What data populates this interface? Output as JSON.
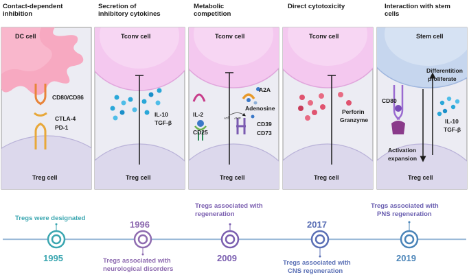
{
  "mechanisms": [
    {
      "title_line1": "Contact-dependent",
      "title_line2": "inhibition",
      "top_cell": "DC cell",
      "bottom_cell": "Treg cell",
      "labels": [
        "CD80/CD86",
        "CTLA-4",
        "PD-1"
      ]
    },
    {
      "title_line1": "Secretion of",
      "title_line2": "inhibitory cytokines",
      "top_cell": "Tconv cell",
      "bottom_cell": "Treg cell",
      "labels": [
        "IL-10",
        "TGF-β"
      ]
    },
    {
      "title_line1": "Metabolic",
      "title_line2": "competition",
      "top_cell": "Tconv cell",
      "bottom_cell": "Treg cell",
      "labels": [
        "IL-2",
        "CD25",
        "A2A",
        "Adenosine",
        "ATP",
        "AMP",
        "CD39",
        "CD73"
      ]
    },
    {
      "title_line1": "Direct cytotoxicity",
      "title_line2": "",
      "top_cell": "Tconv cell",
      "bottom_cell": "Treg cell",
      "labels": [
        "Perforin",
        "Granzyme"
      ]
    },
    {
      "title_line1": "Interaction with stem",
      "title_line2": "cells",
      "top_cell": "Stem cell",
      "bottom_cell": "Treg cell",
      "labels": [
        "CD80",
        "Differentition",
        "proliferate",
        "IL-10",
        "TGF-β",
        "Activation",
        "expansion"
      ]
    }
  ],
  "timeline": [
    {
      "year": "1995",
      "event_line1": "Tregs were designated",
      "event_line2": "",
      "color": "#3aa6b0"
    },
    {
      "year": "1996",
      "event_line1": "Tregs  associated with",
      "event_line2": "neurological disorders",
      "color": "#8e6bb0"
    },
    {
      "year": "2009",
      "event_line1": "Tregs associated with",
      "event_line2": "regeneration",
      "color": "#7b5fb0"
    },
    {
      "year": "2017",
      "event_line1": "Tregs associated with",
      "event_line2": "CNS regeneration",
      "color": "#5a6fb5"
    },
    {
      "year": "2019",
      "event_line1": "Tregs associated with",
      "event_line2": "PNS regeneration",
      "color": "#4a84b8"
    }
  ],
  "colors": {
    "panel_border": "#9a9a9a",
    "panel_bg": "#eaeaf2",
    "tconv_cell": "#f2c6ec",
    "treg_cell": "#dcd8ec",
    "dc_cell": "#f7a8c0",
    "stem_cell": "#c8d8ee",
    "timeline_line": "#9bbad8"
  }
}
